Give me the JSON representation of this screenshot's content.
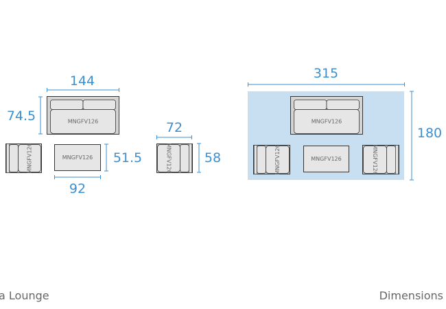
{
  "model_code": "MNGFV126",
  "colors": {
    "dimension": "#3a8fd0",
    "area_fill": "#c7dff0",
    "furniture_fill": "#e6e6e6",
    "outline": "#333333"
  },
  "pieces": {
    "sofa": {
      "width": "144",
      "depth": "74.5"
    },
    "coffee_table": {
      "width": "92",
      "depth": "51.5"
    },
    "armchair": {
      "width": "72",
      "depth": "58"
    }
  },
  "arrangement": {
    "width": "315",
    "depth": "180"
  },
  "captions": {
    "left": "a Lounge",
    "right": "Dimensions"
  }
}
